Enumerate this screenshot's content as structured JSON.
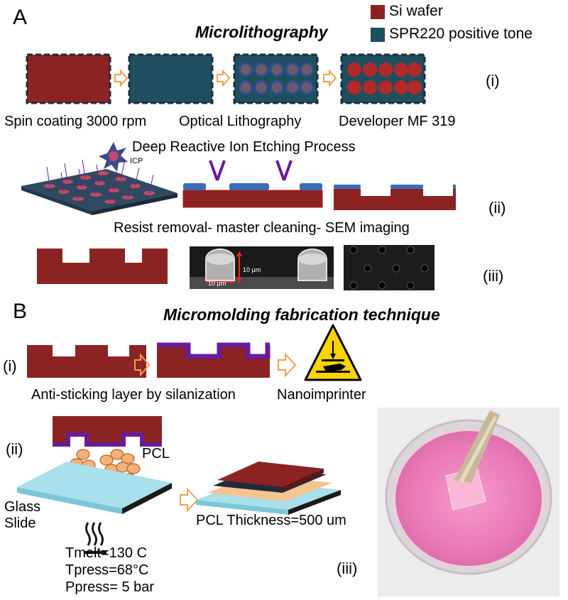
{
  "panel_a": {
    "letter": "A",
    "title": "Microlithography",
    "legend": [
      {
        "label": "Si wafer",
        "color": "#8b2323"
      },
      {
        "label": "SPR220 positive tone",
        "color": "#1f4e5f"
      }
    ],
    "step_i_labels": [
      "Spin coating 3000 rpm",
      "Optical Lithography",
      "Developer MF 319"
    ],
    "roman_i": "(i)",
    "step_ii_title": "Deep Reactive Ion Etching Process",
    "icp_label": "ICP",
    "roman_ii": "(ii)",
    "step_iii_title": "Resist removal- master cleaning- SEM imaging",
    "sem_label_height": "10 µm",
    "sem_label_width": "10 µm",
    "roman_iii": "(iii)"
  },
  "panel_b": {
    "letter": "B",
    "title": "Micromolding fabrication technique",
    "roman_i": "(i)",
    "step_i_labels": [
      "Anti-sticking layer by silanization",
      "Nanoimprinter"
    ],
    "roman_ii": "(ii)",
    "pcl_label": "PCL",
    "glass_label_1": "Glass",
    "glass_label_2": "Slide",
    "thickness_label": "PCL Thickness=500 um",
    "conditions": [
      "Tmelt=130 C",
      "Tpress=68°C",
      "Ppress= 5 bar"
    ],
    "roman_iii": "(iii)"
  },
  "colors": {
    "si_wafer": "#8b2323",
    "resist": "#1f4e5f",
    "resist_top": "#3a6db5",
    "arrow": "#f0a050",
    "purple": "#6a1b9a",
    "pcl": "#f4b07a",
    "glass": "#a8e0ec"
  }
}
